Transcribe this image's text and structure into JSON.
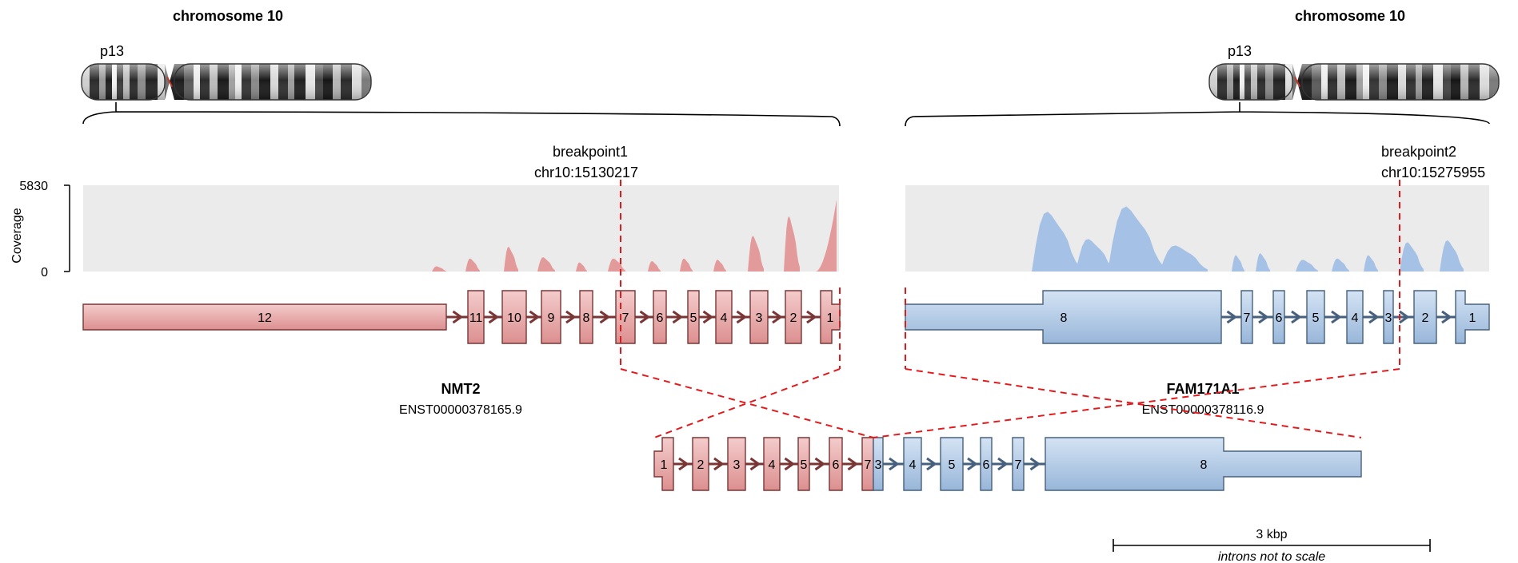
{
  "left_panel": {
    "chromosome_title": "chromosome 10",
    "band_label": "p13",
    "coverage_max_label": "5830",
    "coverage_min_label": "0",
    "coverage_axis_label": "Coverage",
    "breakpoint_label": "breakpoint1",
    "breakpoint_position": "chr10:15130217",
    "gene_name": "NMT2",
    "transcript_id": "ENST00000378165.9",
    "exon_labels": [
      "12",
      "11",
      "10",
      "9",
      "8",
      "7",
      "6",
      "5",
      "4",
      "3",
      "2",
      "1"
    ]
  },
  "right_panel": {
    "chromosome_title": "chromosome 10",
    "band_label": "p13",
    "breakpoint_label": "breakpoint2",
    "breakpoint_position": "chr10:15275955",
    "gene_name": "FAM171A1",
    "transcript_id": "ENST00000378116.9",
    "exon_labels": [
      "8",
      "7",
      "6",
      "5",
      "4",
      "3",
      "2",
      "1"
    ]
  },
  "fusion": {
    "exon_labels_gene1": [
      "1",
      "2",
      "3",
      "4",
      "5",
      "6",
      "7"
    ],
    "exon_labels_gene2": [
      "3",
      "4",
      "5",
      "6",
      "7",
      "8"
    ]
  },
  "scale_bar": {
    "label": "3 kbp",
    "note": "introns not to scale"
  },
  "colors": {
    "gene1_fill": "#e8a9a9",
    "gene1_stroke": "#7a3535",
    "gene1_coverage": "#e39a9a",
    "gene2_fill": "#b7cfe8",
    "gene2_stroke": "#46607e",
    "gene2_coverage": "#a5c2e6",
    "coverage_bg": "#ebebeb",
    "breakpoint": "#e31a1c"
  }
}
